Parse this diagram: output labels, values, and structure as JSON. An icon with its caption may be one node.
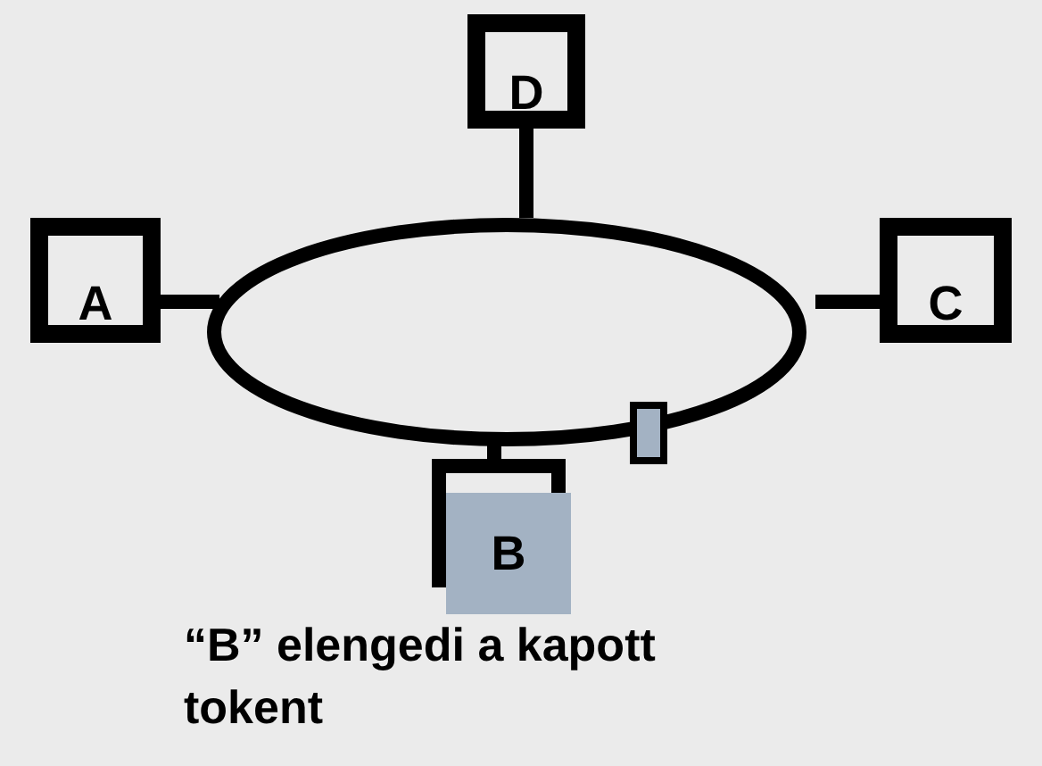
{
  "diagram": {
    "caption": "“B” elengedi a kapott tokent",
    "nodes": [
      {
        "text": [
          "D"
        ]
      },
      {
        "text": [
          "A"
        ]
      },
      {
        "text": [],
        "shape": "ellipse"
      },
      {
        "text": [
          "C"
        ]
      },
      {
        "text": [
          "B"
        ]
      }
    ],
    "edges": [
      {
        "from": 0,
        "to": 2,
        "arrow": "none"
      },
      {
        "from": 1,
        "to": 2,
        "arrow": "none"
      },
      {
        "from": 3,
        "to": 2,
        "arrow": "none"
      },
      {
        "from": 4,
        "to": 2,
        "arrow": "none"
      }
    ]
  }
}
